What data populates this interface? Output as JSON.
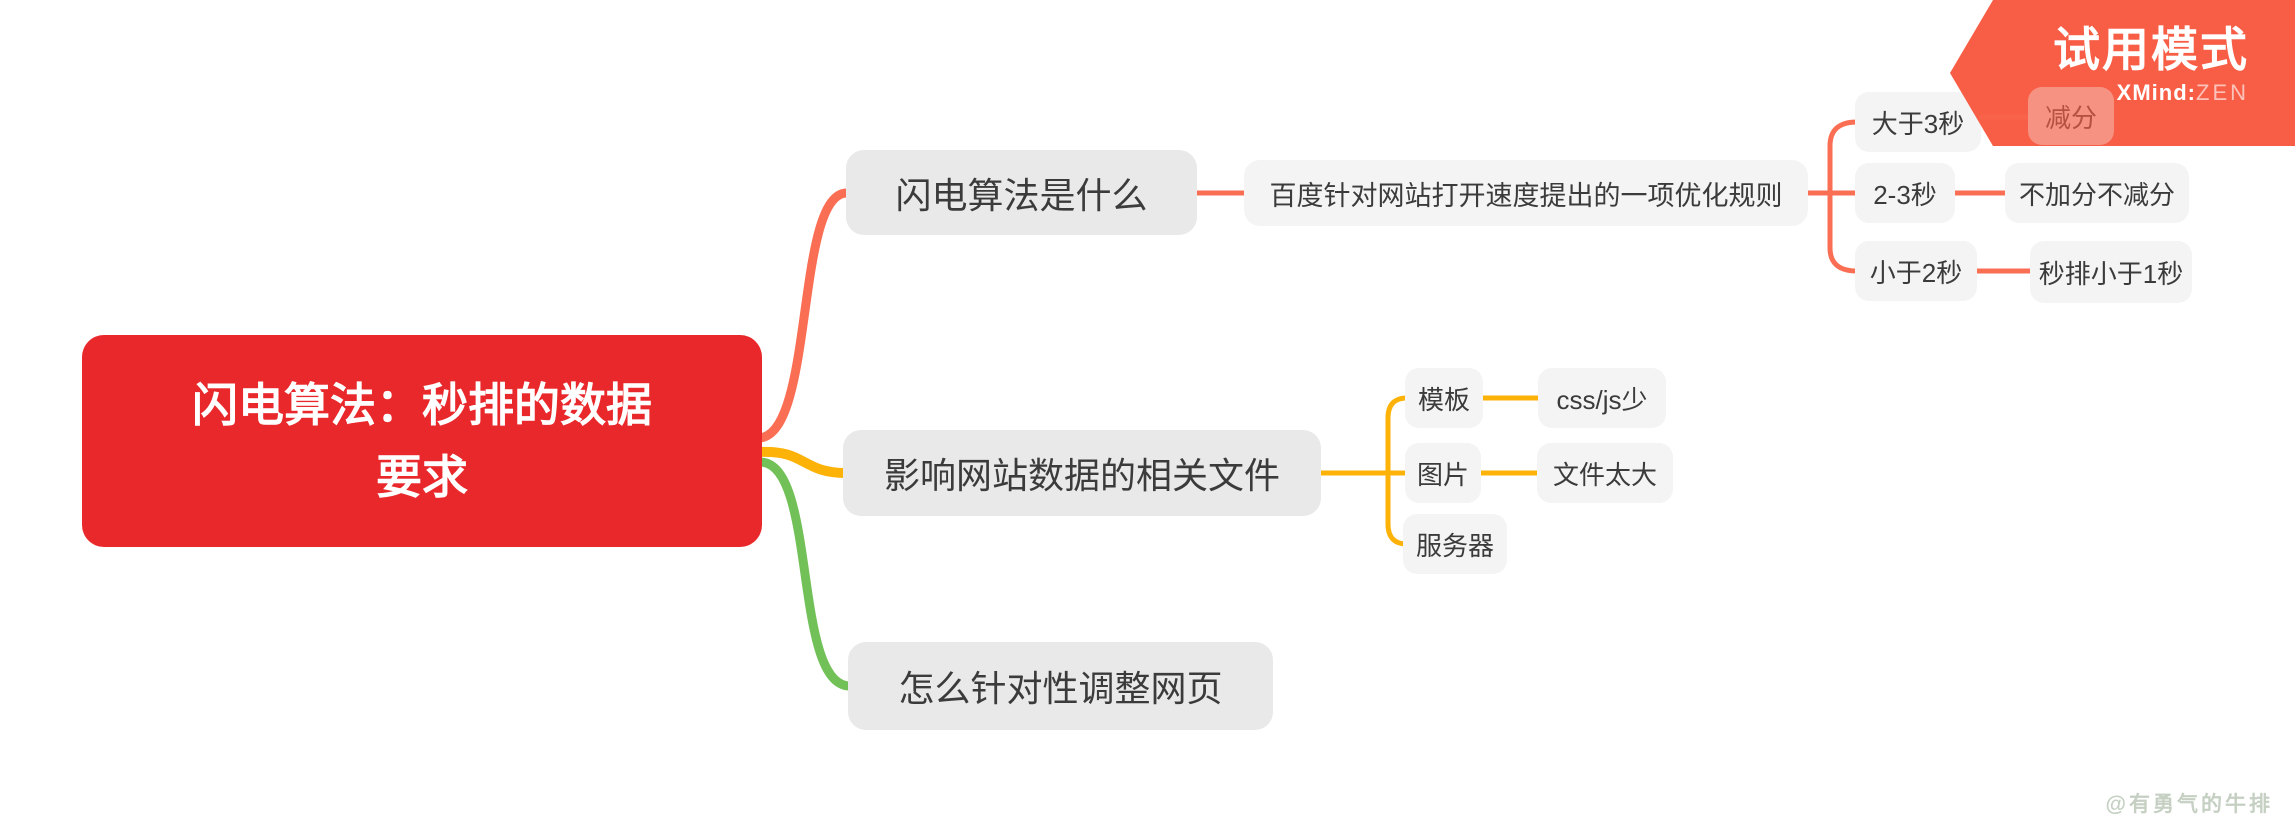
{
  "trial_banner": {
    "title": "试用模式",
    "brand": "XMind",
    "brand_sep": ":",
    "brand_suffix": "ZEN"
  },
  "watermark": {
    "text": "@有勇气的牛排"
  },
  "colors": {
    "root_bg": "#e9282b",
    "branch1_connector": "#fa6e54",
    "branch2_connector": "#fdb208",
    "branch3_connector": "#72c158",
    "ribbon_bg": "#f85e45",
    "level2_node_bg": "#e9e9e9",
    "level3_node_bg": "#f4f4f5",
    "node_text": "#3b3b3b",
    "watermark_text": "#c5d0c3"
  },
  "mindmap": {
    "root": {
      "label": "闪电算法：秒排的数据要求"
    },
    "branches": [
      {
        "label": "闪电算法是什么",
        "children": [
          {
            "label": "百度针对网站打开速度提出的一项优化规则",
            "children": [
              {
                "label": "大于3秒",
                "children": [
                  {
                    "label": "减分"
                  }
                ]
              },
              {
                "label": "2-3秒",
                "children": [
                  {
                    "label": "不加分不减分"
                  }
                ]
              },
              {
                "label": "小于2秒",
                "children": [
                  {
                    "label": "秒排小于1秒"
                  }
                ]
              }
            ]
          }
        ]
      },
      {
        "label": "影响网站数据的相关文件",
        "children": [
          {
            "label": "模板",
            "children": [
              {
                "label": "css/js少"
              }
            ]
          },
          {
            "label": "图片",
            "children": [
              {
                "label": "文件太大"
              }
            ]
          },
          {
            "label": "服务器",
            "children": []
          }
        ]
      },
      {
        "label": "怎么针对性调整网页",
        "children": []
      }
    ]
  }
}
